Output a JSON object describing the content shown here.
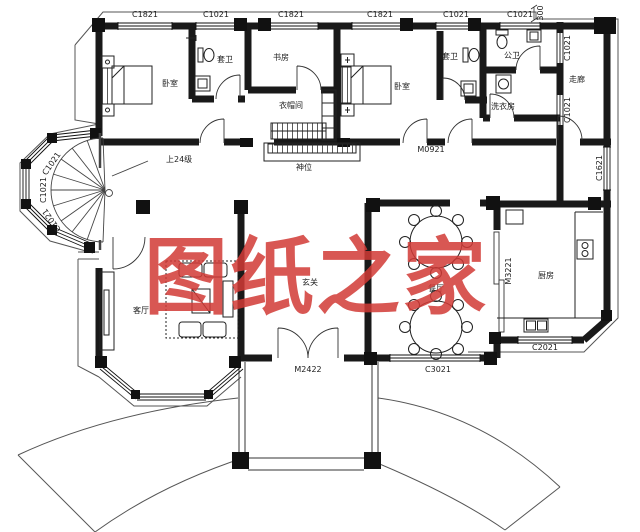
{
  "watermark": {
    "text": "图纸之家",
    "color": "#d23a36"
  },
  "annotations": {
    "stair_note": "上24级",
    "dim_300": "300"
  },
  "rooms": {
    "bedroom1": "卧室",
    "ensuite1": "套卫",
    "study": "书房",
    "cloakroom": "衣帽间",
    "bedroom2": "卧室",
    "ensuite2": "套卫",
    "public_bath": "公卫",
    "laundry": "洗衣房",
    "corridor": "走廊",
    "shrine": "神位",
    "living": "客厅",
    "foyer": "玄关",
    "dining": "餐厅",
    "kitchen": "厨房"
  },
  "openings": {
    "c1821_a": "C1821",
    "c1021_a": "C1021",
    "c1821_b": "C1821",
    "c1821_c": "C1821",
    "c1021_b": "C1021",
    "c1021_c": "C1021",
    "c1021_right1": "C1021",
    "c1021_right2": "C1021",
    "c1621": "C1621",
    "c1021_oct1": "C1021",
    "c1021_oct2": "C1021",
    "c1021_oct3": "C1021",
    "m0921": "M0921",
    "m2422": "M2422",
    "m3221": "M3221",
    "c3021": "C3021",
    "c2021": "C2021"
  },
  "colors": {
    "line": "#191919",
    "watermark": "#d23a36"
  }
}
